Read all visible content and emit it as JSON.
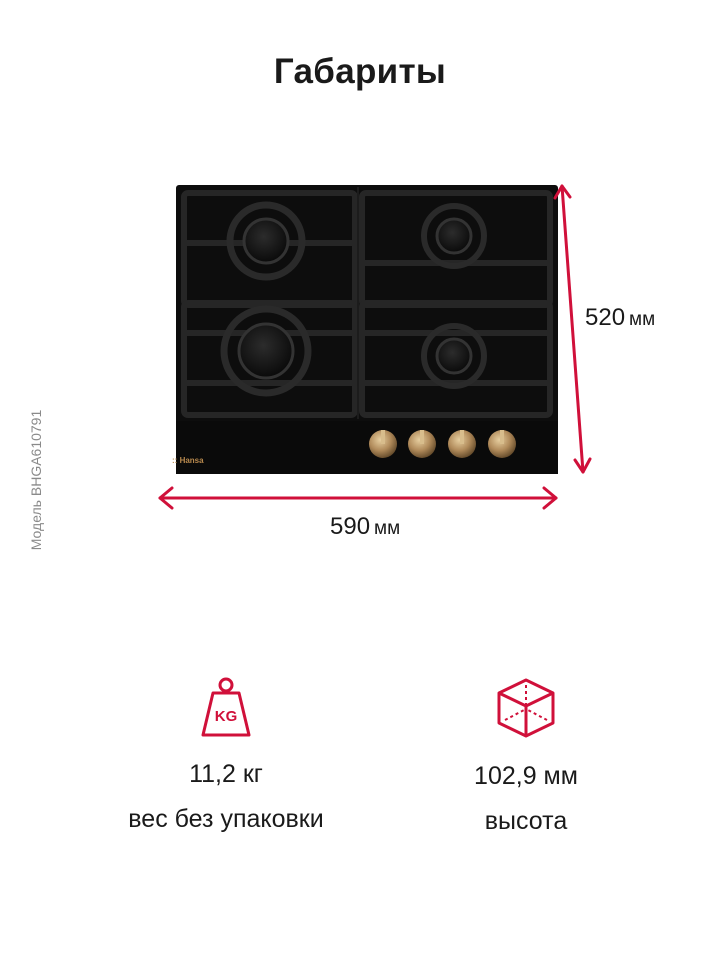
{
  "page": {
    "title": "Габариты",
    "model": "Модель BHGA610791"
  },
  "product": {
    "brand": "Hansa",
    "knob_count": 4,
    "burner_count": 4
  },
  "dimensions": {
    "width": {
      "value": "590",
      "unit": "мм"
    },
    "depth": {
      "value": "520",
      "unit": "мм"
    }
  },
  "specs": [
    {
      "icon": "weight-kg-icon",
      "icon_text": "KG",
      "value": "11,2 кг",
      "label": "вес без упаковки"
    },
    {
      "icon": "cube-dimensions-icon",
      "value": "102,9 мм",
      "label": "высота"
    }
  ],
  "colors": {
    "accent": "#d0103a",
    "text": "#1a1a1a",
    "muted": "#8a8a8a",
    "hob_glass": "#0d0d0d",
    "knob_brass": "#b08a5a"
  }
}
